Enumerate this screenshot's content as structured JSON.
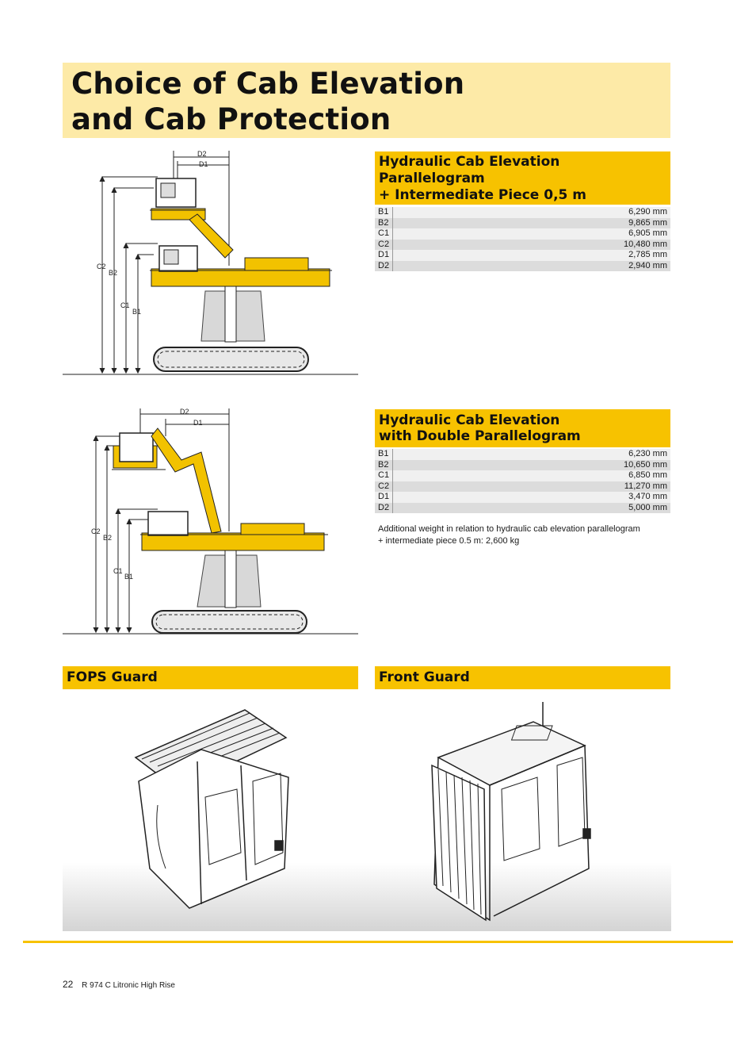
{
  "page": {
    "title_line1": "Choice of Cab Elevation",
    "title_line2": "and Cab Protection"
  },
  "section1": {
    "heading_line1": "Hydraulic Cab Elevation",
    "heading_line2": "Parallelogram",
    "heading_line3": "+ Intermediate Piece 0,5 m",
    "rows": [
      {
        "key": "B1",
        "value": "6,290 mm"
      },
      {
        "key": "B2",
        "value": "9,865 mm"
      },
      {
        "key": "C1",
        "value": "6,905 mm"
      },
      {
        "key": "C2",
        "value": "10,480 mm"
      },
      {
        "key": "D1",
        "value": "2,785 mm"
      },
      {
        "key": "D2",
        "value": "2,940 mm"
      }
    ],
    "labels": {
      "d2": "D2",
      "d1": "D1",
      "c2": "C2",
      "b2": "B2",
      "c1": "C1",
      "b1": "B1"
    }
  },
  "section2": {
    "heading_line1": "Hydraulic Cab Elevation",
    "heading_line2": "with Double Parallelogram",
    "rows": [
      {
        "key": "B1",
        "value": "6,230 mm"
      },
      {
        "key": "B2",
        "value": "10,650 mm"
      },
      {
        "key": "C1",
        "value": "6,850 mm"
      },
      {
        "key": "C2",
        "value": "11,270 mm"
      },
      {
        "key": "D1",
        "value": "3,470 mm"
      },
      {
        "key": "D2",
        "value": "5,000 mm"
      }
    ],
    "note_line1": "Additional weight in relation to hydraulic cab elevation parallelogram",
    "note_line2": "+ intermediate piece 0.5 m: 2,600 kg",
    "labels": {
      "d2": "D2",
      "d1": "D1",
      "c2": "C2",
      "b2": "B2",
      "c1": "C1",
      "b1": "B1"
    }
  },
  "fops": {
    "heading": "FOPS Guard"
  },
  "front": {
    "heading": "Front Guard"
  },
  "footer": {
    "page_number": "22",
    "model": "R 974 C Litronic High Rise"
  },
  "colors": {
    "accent": "#f7c200",
    "title_band": "#fdeaa7",
    "machine_yellow": "#f2c200"
  }
}
